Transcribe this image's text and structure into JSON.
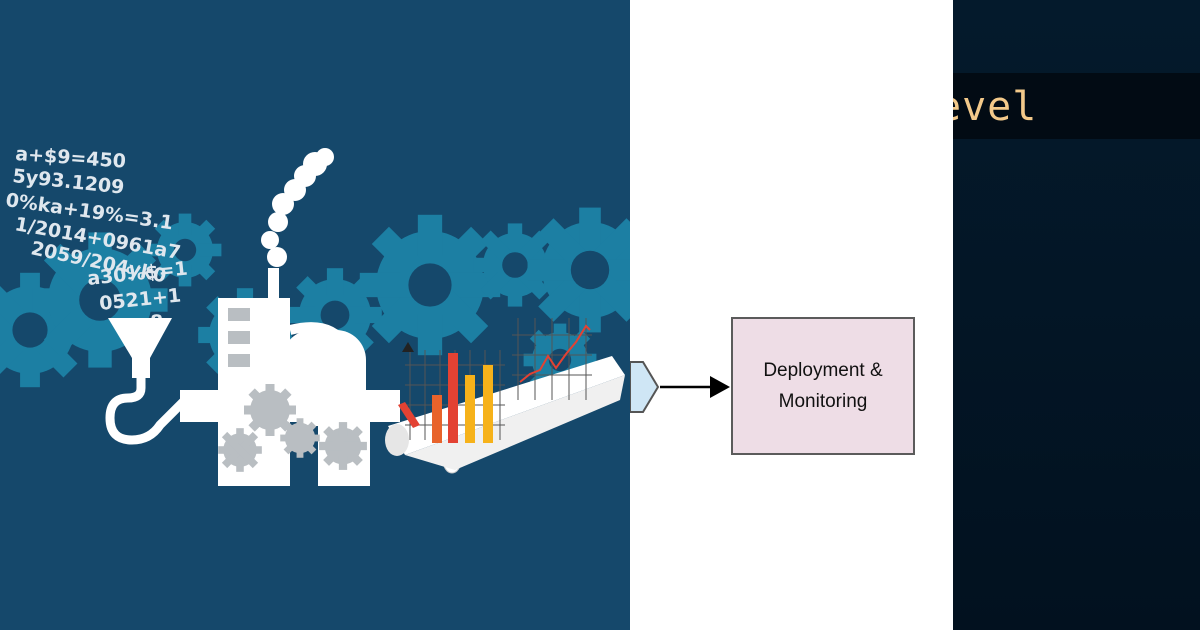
{
  "illustration": {
    "number_rows": [
      "a+$9=450",
      "5y93.1209",
      "0%ka+19%=3.1",
      "1/2014+0961a7",
      "2059/204yk0",
      "a30%$=1",
      "0521+1",
      "8"
    ],
    "colors": {
      "background": "#15486b",
      "gears": "#1c7fa3",
      "machine": "#ffffff",
      "machine_gears": "#b9bec2",
      "bar_orange": "#e8632b",
      "bar_red": "#e34233",
      "bar_yellow": "#f6b21a"
    }
  },
  "diagram": {
    "node_label_line1": "Deployment &",
    "node_label_line2": "Monitoring",
    "node_fill": "#eedde6",
    "node_border": "#5b5b5b"
  },
  "code_panel": {
    "visible_text": "evel",
    "text_color": "#f3c98a"
  }
}
